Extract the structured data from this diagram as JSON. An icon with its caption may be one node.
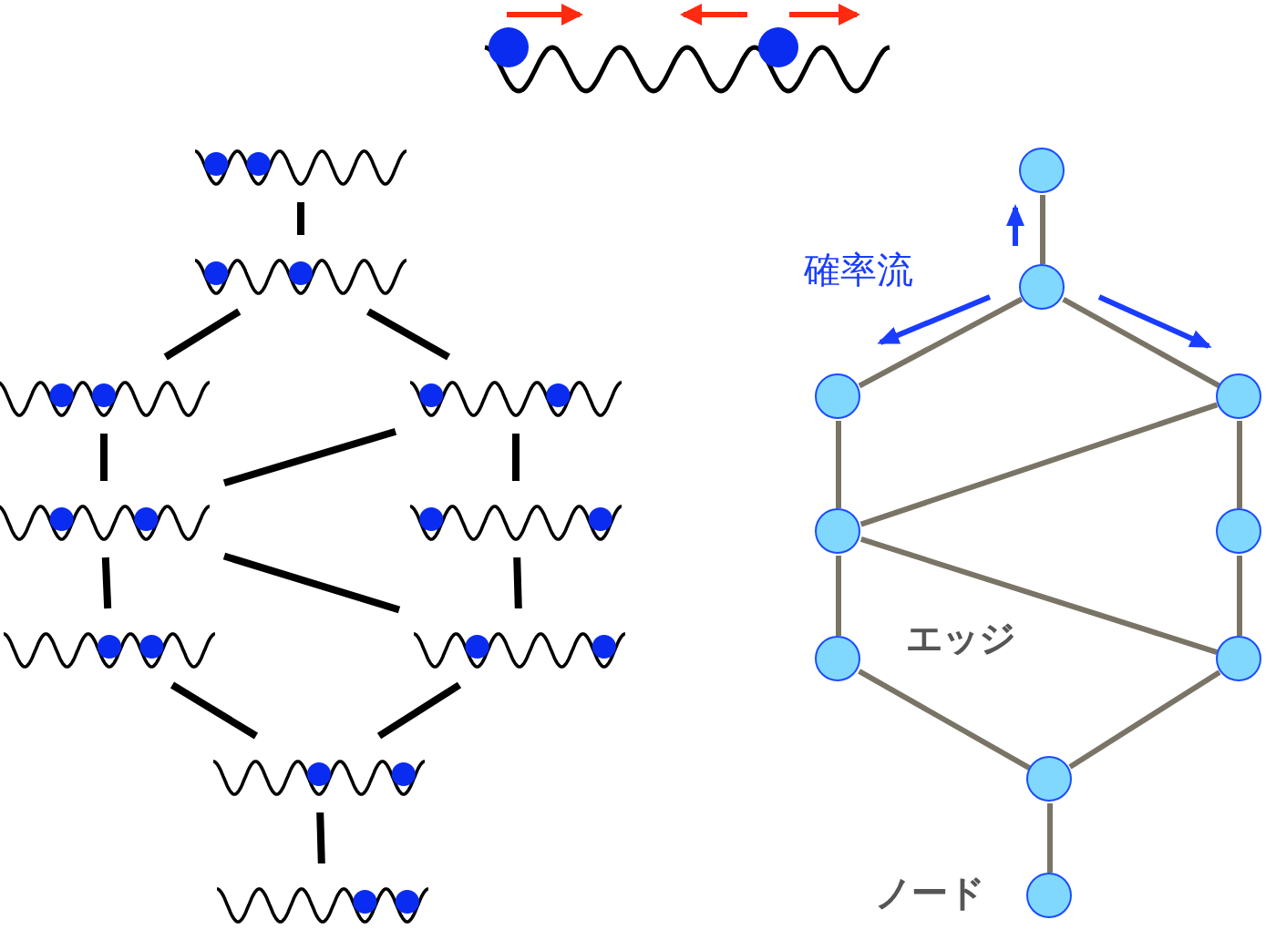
{
  "diagram": {
    "nodes": [
      {
        "text": [],
        "shape": "picture"
      },
      {
        "text": [],
        "shape": "picture"
      },
      {
        "text": [],
        "shape": "picture"
      },
      {
        "text": [],
        "shape": "picture"
      },
      {
        "text": [],
        "shape": "picture"
      },
      {
        "text": [],
        "shape": "picture"
      },
      {
        "text": [],
        "shape": "picture"
      },
      {
        "text": [],
        "shape": "picture"
      },
      {
        "text": [],
        "shape": "picture"
      },
      {
        "text": [],
        "shape": "picture"
      },
      {
        "text": [],
        "shape": "circle"
      },
      {
        "text": [],
        "shape": "circle"
      },
      {
        "text": [],
        "shape": "circle"
      },
      {
        "text": [],
        "shape": "circle"
      },
      {
        "text": [],
        "shape": "circle"
      },
      {
        "text": [],
        "shape": "circle"
      },
      {
        "text": [],
        "shape": "circle"
      },
      {
        "text": [],
        "shape": "circle"
      },
      {
        "text": [],
        "shape": "circle"
      },
      {
        "text": [],
        "shape": "circle"
      }
    ],
    "edges": [
      {
        "from": 0,
        "to": 1,
        "arrow": "none"
      },
      {
        "from": 1,
        "to": 2,
        "arrow": "none"
      },
      {
        "from": 1,
        "to": 3,
        "arrow": "none"
      },
      {
        "from": 2,
        "to": 4,
        "arrow": "none"
      },
      {
        "from": 3,
        "to": 5,
        "arrow": "none"
      },
      {
        "from": 4,
        "to": 3,
        "arrow": "none"
      },
      {
        "from": 4,
        "to": 7,
        "arrow": "none"
      },
      {
        "from": 4,
        "to": 6,
        "arrow": "none"
      },
      {
        "from": 5,
        "to": 7,
        "arrow": "none"
      },
      {
        "from": 6,
        "to": 8,
        "arrow": "none"
      },
      {
        "from": 7,
        "to": 8,
        "arrow": "none"
      },
      {
        "from": 8,
        "to": 9,
        "arrow": "none"
      },
      {
        "from": 10,
        "to": 11,
        "arrow": "none",
        "color": "#7a7466"
      },
      {
        "from": 11,
        "to": 12,
        "arrow": "none",
        "color": "#7a7466"
      },
      {
        "from": 11,
        "to": 13,
        "arrow": "none",
        "color": "#7a7466"
      },
      {
        "from": 12,
        "to": 14,
        "arrow": "none",
        "color": "#7a7466"
      },
      {
        "from": 13,
        "to": 15,
        "arrow": "none",
        "color": "#7a7466"
      },
      {
        "from": 14,
        "to": 13,
        "arrow": "none",
        "color": "#7a7466"
      },
      {
        "from": 14,
        "to": 17,
        "arrow": "none",
        "color": "#7a7466"
      },
      {
        "from": 14,
        "to": 16,
        "arrow": "none",
        "color": "#7a7466"
      },
      {
        "from": 15,
        "to": 17,
        "arrow": "none",
        "color": "#7a7466"
      },
      {
        "from": 16,
        "to": 18,
        "arrow": "none",
        "color": "#7a7466"
      },
      {
        "from": 17,
        "to": 18,
        "arrow": "none",
        "color": "#7a7466"
      },
      {
        "from": 18,
        "to": 19,
        "arrow": "none",
        "color": "#7a7466"
      }
    ],
    "labels": [
      "確率流",
      "エッジ",
      "ノード"
    ]
  }
}
